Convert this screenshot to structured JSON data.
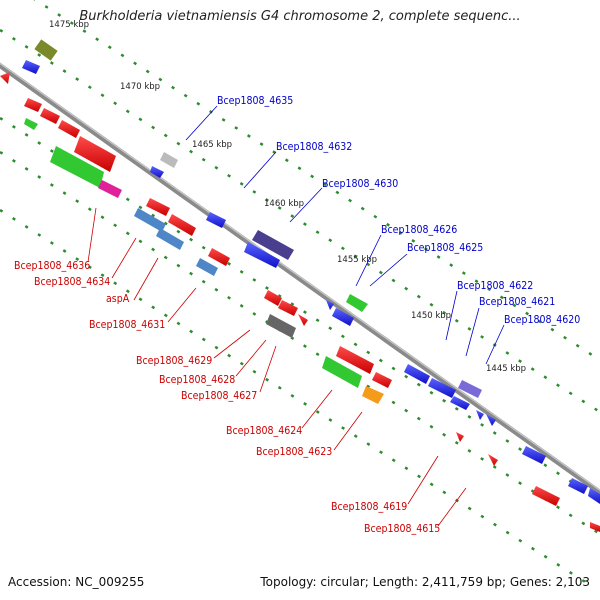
{
  "title": "Burkholderia vietnamiensis G4 chromosome 2, complete sequenc...",
  "footer": {
    "accession": "Accession: NC_009255",
    "stats": "Topology: circular; Length: 2,411,759 bp; Genes: 2,103"
  },
  "ticks": [
    "1475 kbp",
    "1470 kbp",
    "1465 kbp",
    "1460 kbp",
    "1455 kbp",
    "1450 kbp",
    "1445 kbp"
  ],
  "labels_top": [
    "Bcep1808_4635",
    "Bcep1808_4632",
    "Bcep1808_4630",
    "Bcep1808_4626",
    "Bcep1808_4625",
    "Bcep1808_4622",
    "Bcep1808_4621",
    "Bcep1808_4620"
  ],
  "labels_bottom": [
    "Bcep1808_4636",
    "Bcep1808_4634",
    "aspA",
    "Bcep1808_4631",
    "Bcep1808_4629",
    "Bcep1808_4628",
    "Bcep1808_4627",
    "Bcep1808_4624",
    "Bcep1808_4623",
    "Bcep1808_4619",
    "Bcep1808_4615"
  ],
  "colors": {
    "top_label": "#0000cc",
    "bottom_label": "#cc0000",
    "backbone": "#8a8a8a",
    "dots": "#2e8b2e",
    "forward_gene": "#1f2be0",
    "reverse_gene": "#e01919"
  }
}
